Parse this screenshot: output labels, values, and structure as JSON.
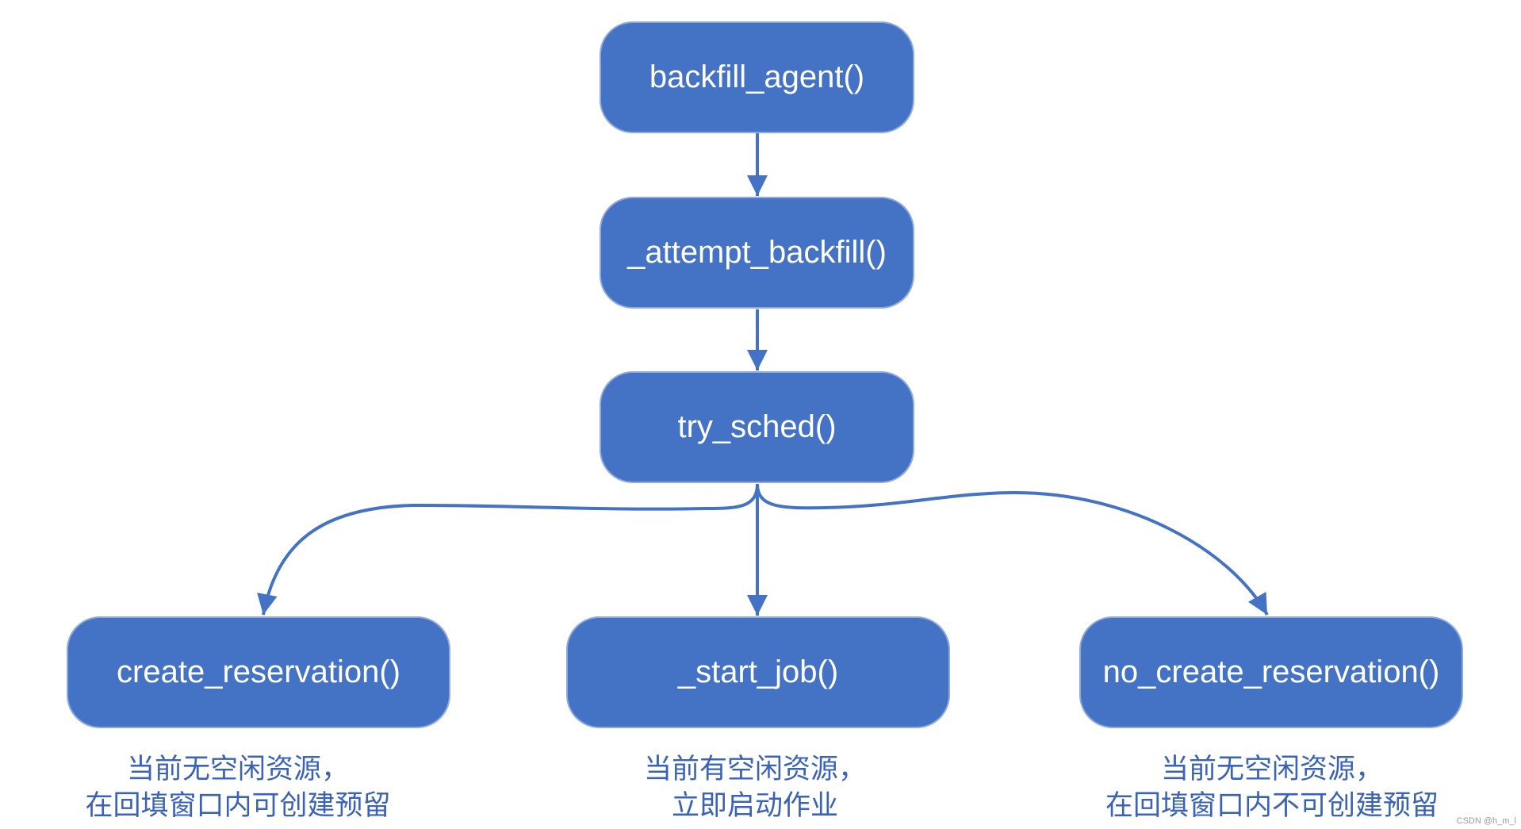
{
  "nodes": {
    "backfill_agent": {
      "label": "backfill_agent()"
    },
    "attempt_backfill": {
      "label": "_attempt_backfill()"
    },
    "try_sched": {
      "label": "try_sched()"
    },
    "create_reservation": {
      "label": "create_reservation()",
      "caption": [
        "当前无空闲资源，",
        "在回填窗口内可创建预留"
      ]
    },
    "start_job": {
      "label": "_start_job()",
      "caption": [
        "当前有空闲资源，",
        "立即启动作业"
      ]
    },
    "no_create_reservation": {
      "label": "no_create_reservation()",
      "caption": [
        "当前无空闲资源，",
        "在回填窗口内不可创建预留"
      ]
    }
  },
  "watermark": "CSDN @h_m_l",
  "colors": {
    "node_fill": "#4472C4",
    "node_border": "#8EA9DB",
    "node_text": "#FFFFFF",
    "connector": "#4472C4",
    "caption_text": "#3A63B8",
    "watermark_text": "#9A9A9A",
    "background": "#FFFFFF"
  }
}
